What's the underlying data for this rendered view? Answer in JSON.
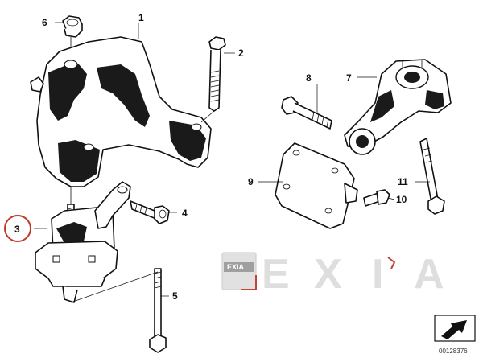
{
  "callouts": {
    "c1": "1",
    "c2": "2",
    "c3": "3",
    "c4": "4",
    "c5": "5",
    "c6": "6",
    "c7": "7",
    "c8": "8",
    "c9": "9",
    "c10": "10",
    "c11": "11"
  },
  "watermark": {
    "badge_text": "EXIA",
    "letters": [
      "E",
      "X",
      "I",
      "A"
    ]
  },
  "reference_number": "00128376",
  "colors": {
    "highlight_circle": "#c0392b",
    "watermark_grey": "#dddddd",
    "watermark_accent": "#c0392b"
  }
}
